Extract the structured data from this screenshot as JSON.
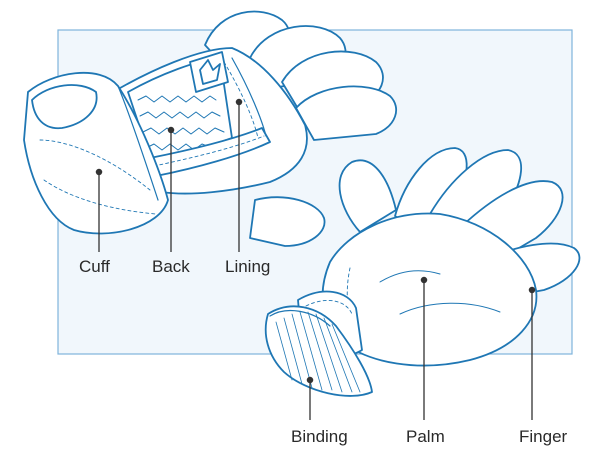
{
  "colors": {
    "line": "#1f77b4",
    "backdrop_fill": "#f1f7fc",
    "backdrop_stroke": "#7fb3dc",
    "glove_fill": "#ffffff",
    "leader": "#333333",
    "text": "#2a2a2a"
  },
  "labels": {
    "cuff": "Cuff",
    "back": "Back",
    "lining": "Lining",
    "binding": "Binding",
    "palm": "Palm",
    "finger": "Finger"
  }
}
